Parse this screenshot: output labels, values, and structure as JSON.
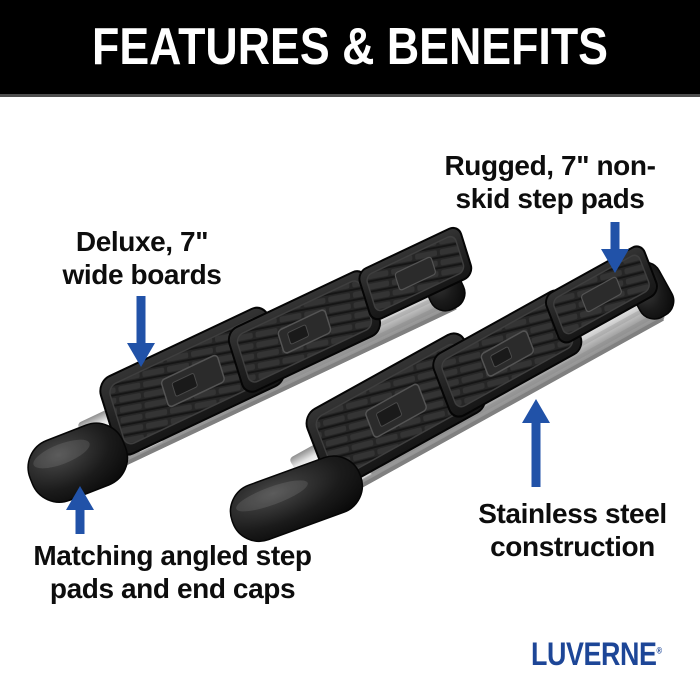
{
  "header": {
    "title": "FEATURES & BENEFITS"
  },
  "annotations": {
    "step_pads": {
      "label": "Rugged, 7\" non-\nskid step pads"
    },
    "wide_boards": {
      "label": "Deluxe, 7\"\nwide boards"
    },
    "end_caps": {
      "label": "Matching angled step\npads and end caps"
    },
    "construction": {
      "label": "Stainless steel\nconstruction"
    }
  },
  "brand": {
    "name": "LUVERNE",
    "registered_mark": "®"
  },
  "colors": {
    "header_bg": "#000000",
    "header_text": "#ffffff",
    "annotation_text": "#0d0d0d",
    "accent_blue": "#2152a8",
    "brand_blue": "#1d4697"
  }
}
